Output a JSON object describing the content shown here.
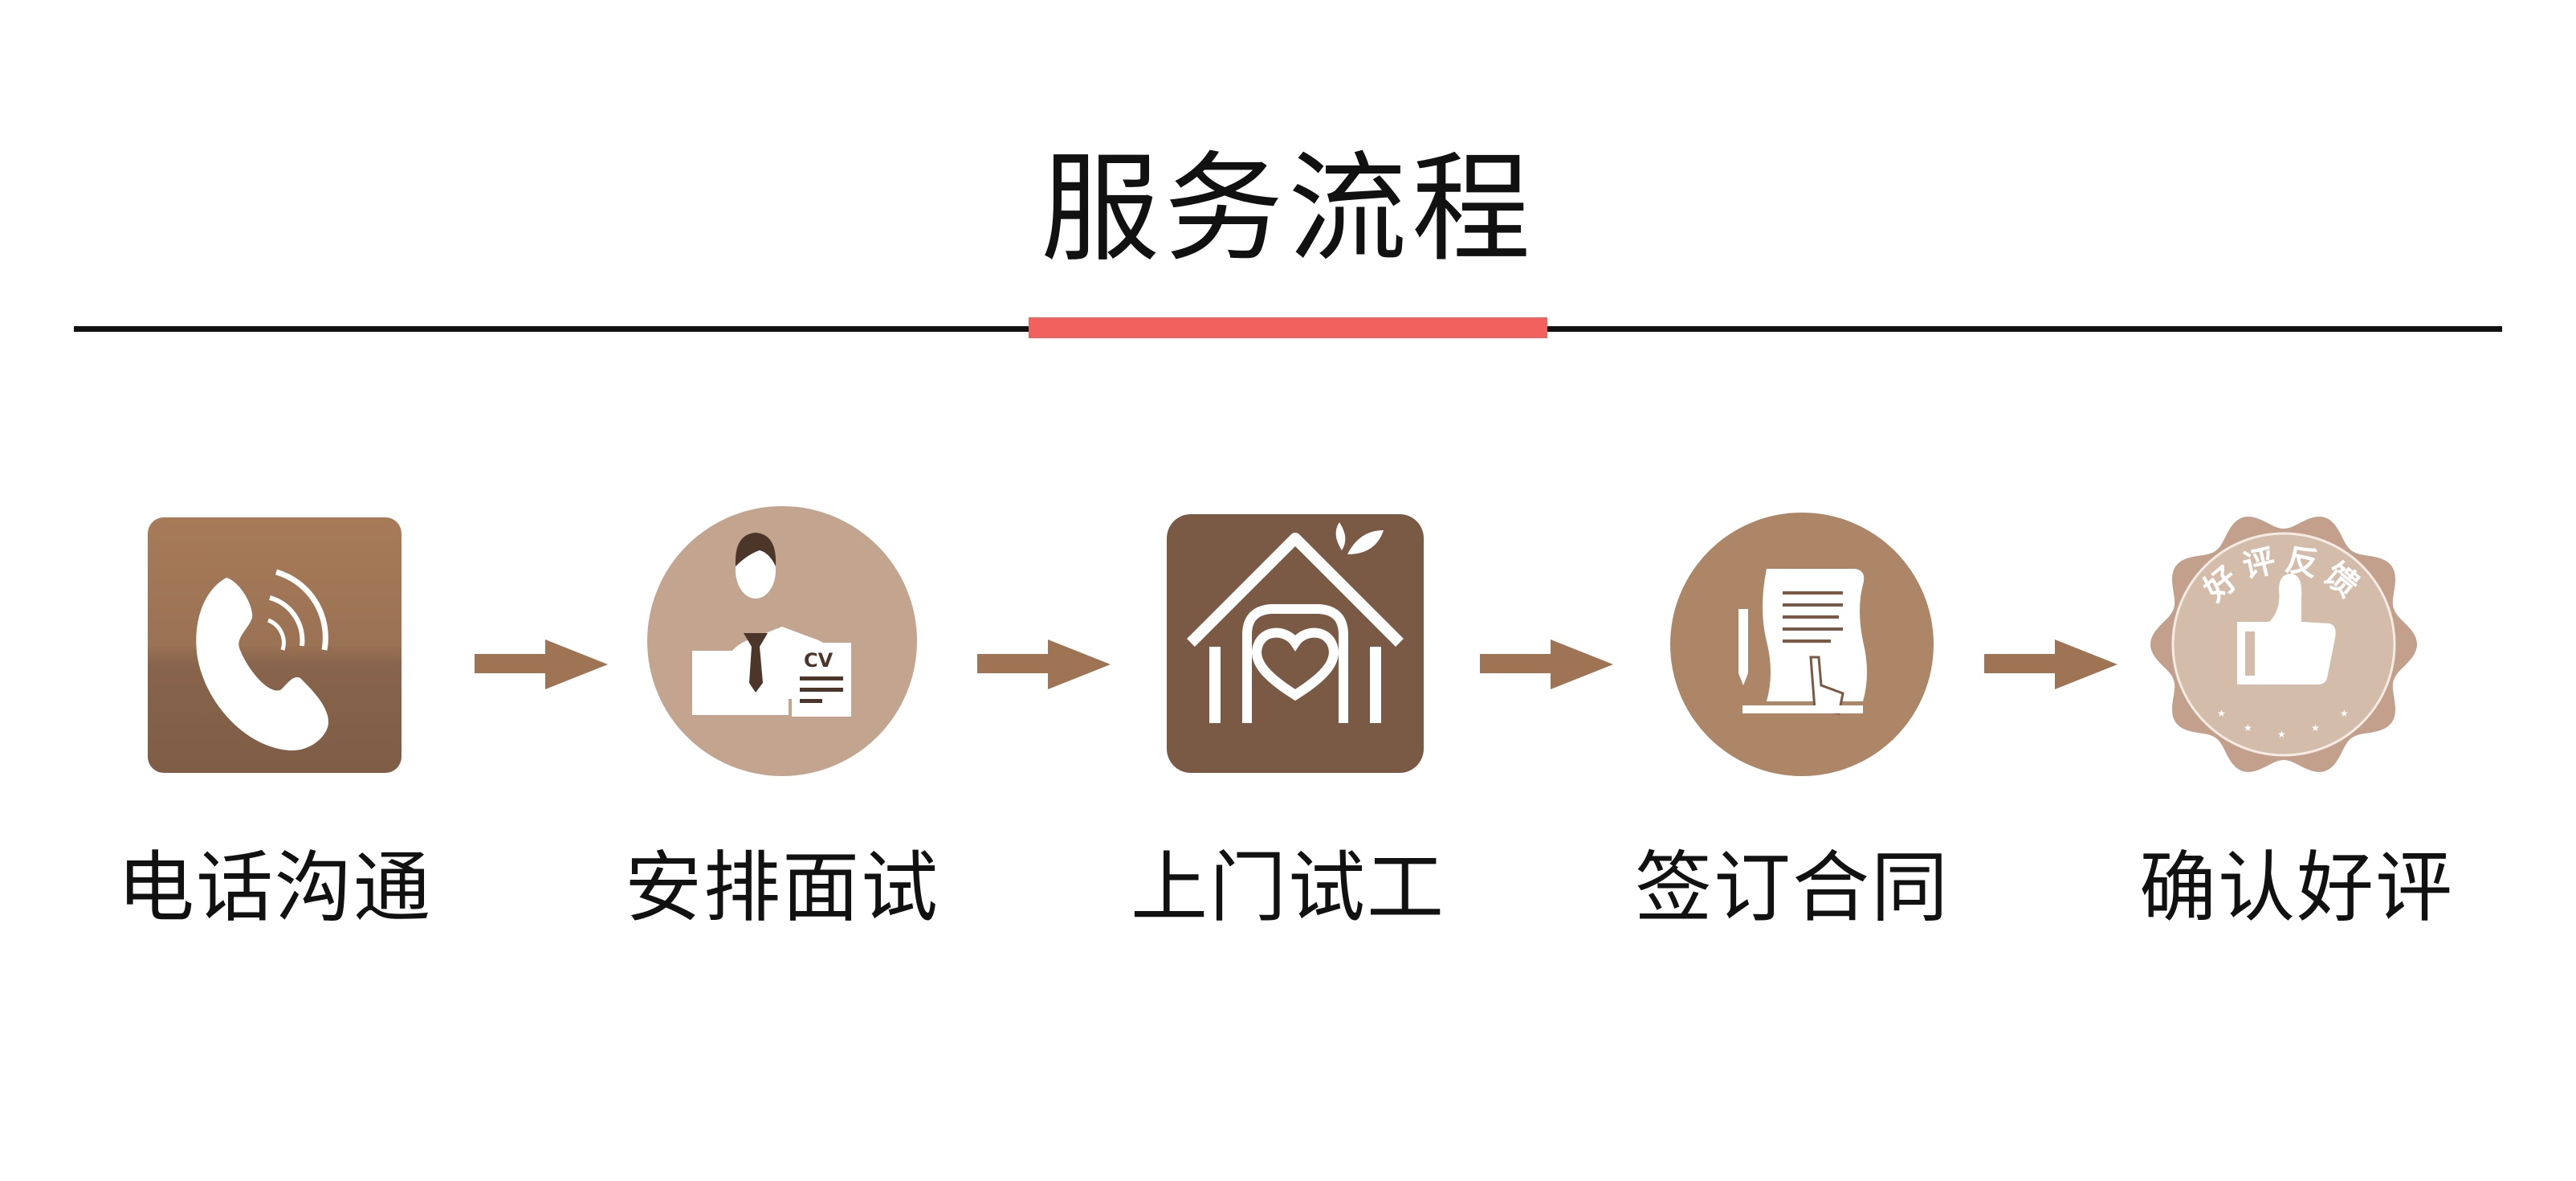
{
  "title": "服务流程",
  "colors": {
    "accent": "#f2615d",
    "brown_dark": "#7b5a45",
    "brown_mid": "#a57a57",
    "brown_light": "#c3a58f",
    "badge": "#d4bcaa"
  },
  "steps": [
    {
      "label": "电话沟通",
      "icon": "phone-icon"
    },
    {
      "label": "安排面试",
      "icon": "interview-cv-icon",
      "icon_text": "CV"
    },
    {
      "label": "上门试工",
      "icon": "house-heart-icon"
    },
    {
      "label": "签订合同",
      "icon": "contract-sign-icon"
    },
    {
      "label": "确认好评",
      "icon": "good-review-badge-icon",
      "badge_text": "好评反馈"
    }
  ]
}
